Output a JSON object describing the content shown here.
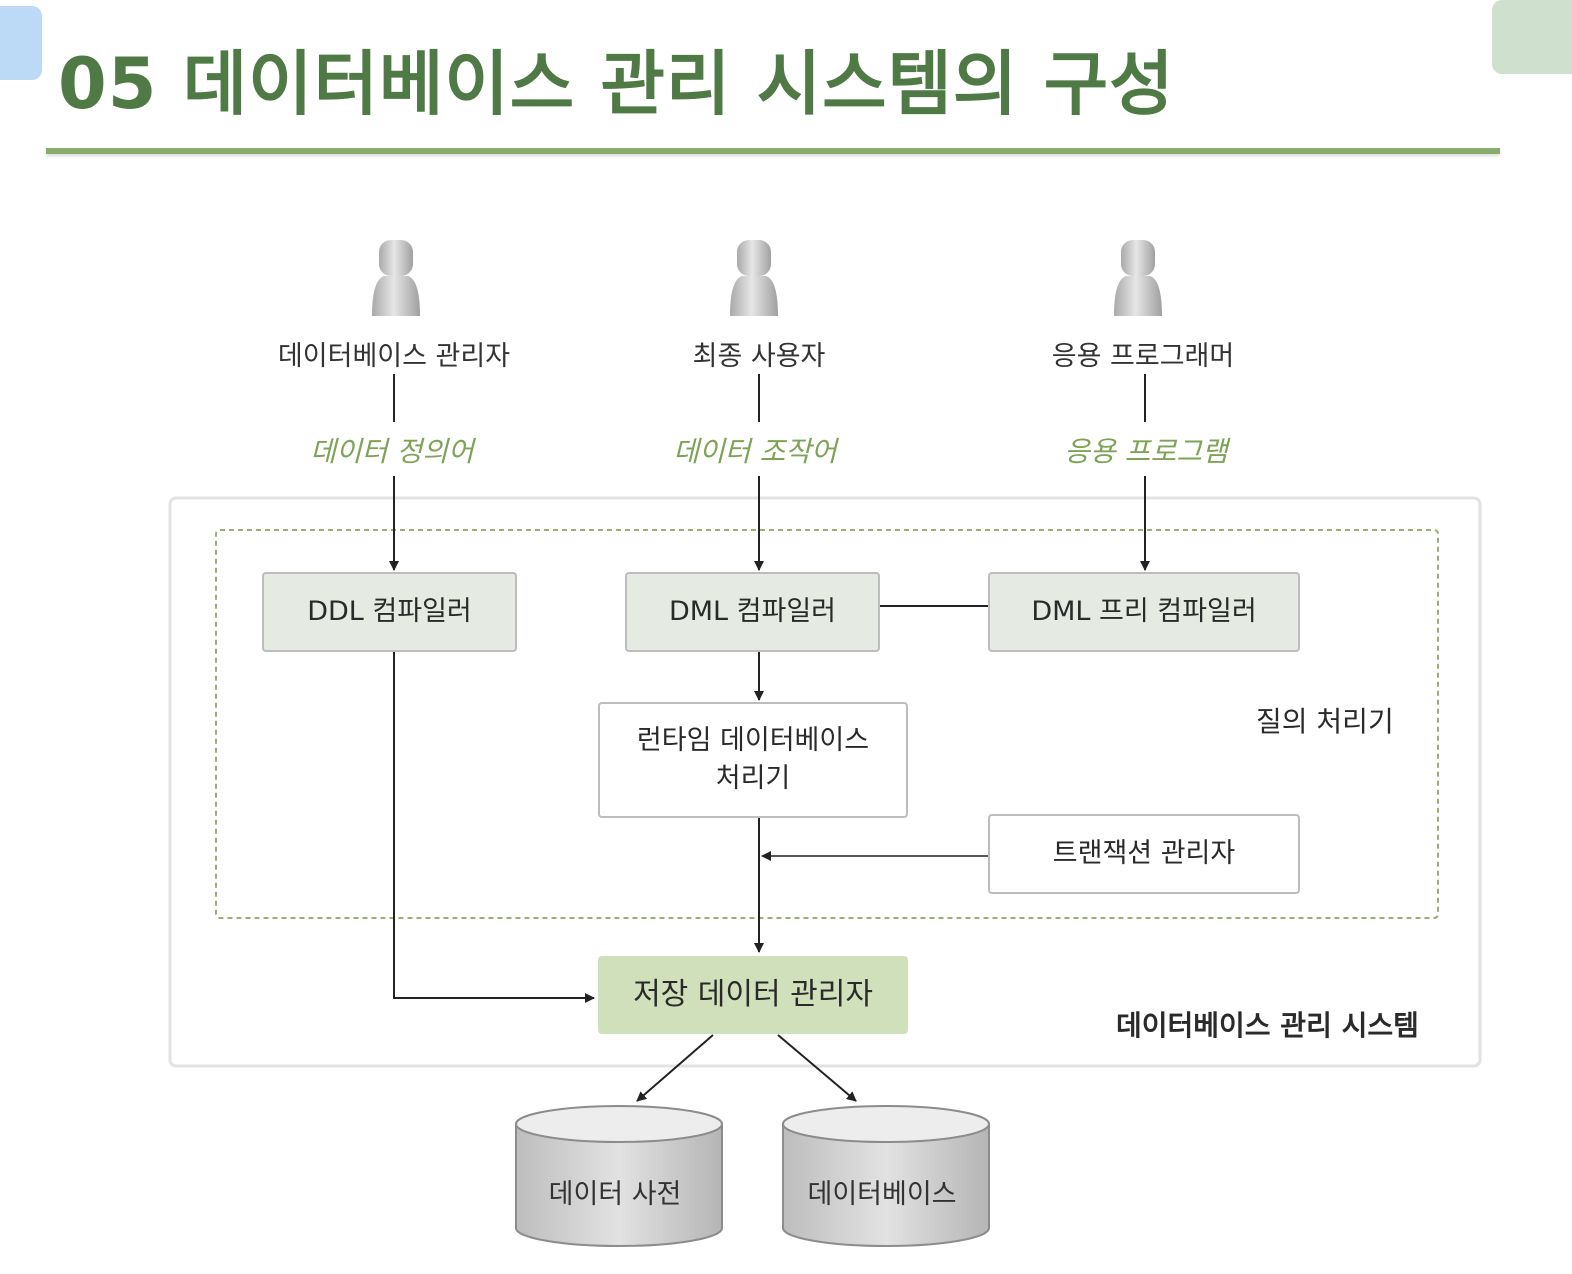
{
  "title": "05 데이터베이스 관리 시스템의 구성",
  "actors": [
    {
      "label": "데이터베이스 관리자",
      "language": "데이터 정의어"
    },
    {
      "label": "최종 사용자",
      "language": "데이터 조작어"
    },
    {
      "label": "응용 프로그래머",
      "language": "응용 프로그램"
    }
  ],
  "components": {
    "ddl_compiler": "DDL 컴파일러",
    "dml_compiler": "DML 컴파일러",
    "dml_precompiler": "DML 프리 컴파일러",
    "runtime_processor_line1": "런타임 데이터베이스",
    "runtime_processor_line2": "처리기",
    "transaction_manager": "트랜잭션 관리자",
    "stored_data_manager": "저장 데이터 관리자"
  },
  "regions": {
    "query_processor": "질의 처리기",
    "dbms": "데이터베이스 관리 시스템"
  },
  "storage": {
    "data_dictionary": "데이터 사전",
    "database": "데이터베이스"
  },
  "colors": {
    "title": "#4f7a45",
    "title_rule": "#89ac6c",
    "language_labels": "#7fa356",
    "box_fill": "#e5ebe2",
    "storage_manager_fill": "#cfe0bb"
  }
}
